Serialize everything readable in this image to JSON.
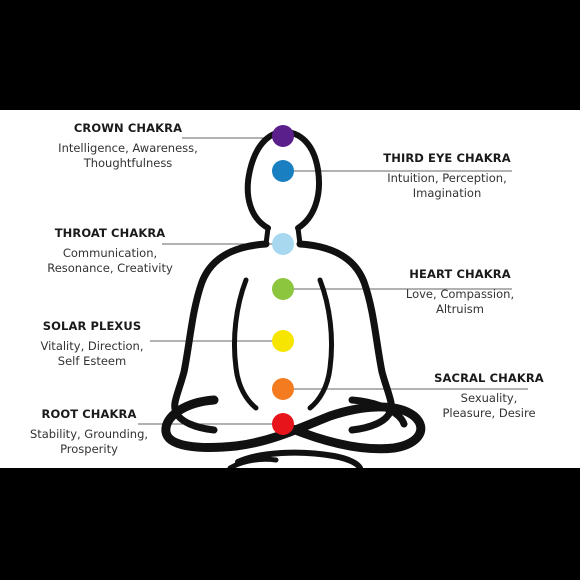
{
  "colors": {
    "crown": "#5b1f8c",
    "third_eye": "#1a7fc1",
    "throat": "#a8d8ef",
    "heart": "#8cc63f",
    "solar": "#f5e500",
    "sacral": "#f47b20",
    "root": "#e8141c",
    "outline": "#111111",
    "leader": "#666666"
  },
  "chakras": {
    "crown": {
      "name": "CROWN CHAKRA",
      "desc": [
        "Intelligence, Awareness,",
        "Thoughtfulness"
      ]
    },
    "third_eye": {
      "name": "THIRD EYE CHAKRA",
      "desc": [
        "Intuition, Perception,",
        "Imagination"
      ]
    },
    "throat": {
      "name": "THROAT CHAKRA",
      "desc": [
        "Communication,",
        "Resonance, Creativity"
      ]
    },
    "heart": {
      "name": "HEART CHAKRA",
      "desc": [
        "Love, Compassion,",
        "Altruism"
      ]
    },
    "solar": {
      "name": "SOLAR PLEXUS",
      "desc": [
        "Vitality, Direction,",
        "Self Esteem"
      ]
    },
    "sacral": {
      "name": "SACRAL CHAKRA",
      "desc": [
        "Sexuality,",
        "Pleasure, Desire"
      ]
    },
    "root": {
      "name": "ROOT CHAKRA",
      "desc": [
        "Stability, Grounding,",
        "Prosperity"
      ]
    }
  }
}
